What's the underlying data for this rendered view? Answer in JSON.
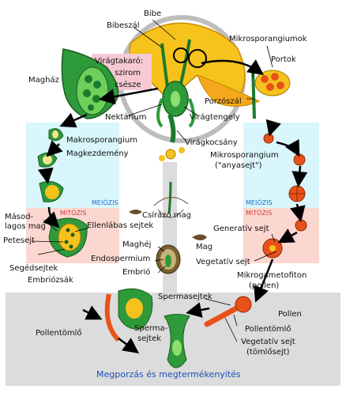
{
  "labels": {
    "bibe": "Bibe",
    "bibeszal": "Bibeszál",
    "viragtakaro": "Virágtakaró:",
    "szirom": "szirom",
    "csesze": "csésze",
    "maghaz": "Magház",
    "nektarium": "Nektárium",
    "viragtengely": "Virágtengely",
    "viragkocsany": "Virágkocsány",
    "mikrosporangiumok": "Mikrosporangiumok",
    "portok": "Portok",
    "porzoszal": "Porzószál",
    "makrosporangium": "Makrosporangium",
    "magkezdemeny": "Magkezdemény",
    "meiozis_left": "MEIÓZIS",
    "mitozis_left": "MITÓZIS",
    "masodlagos_mag_1": "Másod-",
    "masodlagos_mag_2": "lagos mag",
    "ellenlabas_sejtek": "Ellenlábas sejtek",
    "petesejt": "Petesejt",
    "segedsejtek": "Segédsejtek",
    "embriozsak": "Embriózsák",
    "csirazo_mag": "Csírázó mag",
    "maghej": "Maghéj",
    "endospermium": "Endospermium",
    "embrio": "Embrió",
    "mag": "Mag",
    "mikrosporangium_1": "Mikrosporangium",
    "mikrosporangium_2": "(\"anyasejt\")",
    "meiozis_right": "MEIÓZIS",
    "mitozis_right": "MITÓZIS",
    "generativ_sejt": "Generatív sejt",
    "vegetativ_sejt": "Vegetatív sejt",
    "mikrogametofiton_1": "Mikrogametofiton",
    "mikrogametofiton_2": "(pollen)",
    "spermasejtek_top": "Spermasejtek",
    "pollen": "Pollen",
    "pollentomlo_right": "Pollentömlő",
    "vegetativ_tomlo_1": "Vegetatív sejt",
    "vegetativ_tomlo_2": "(tömlősejt)",
    "pollentomlo_left": "Pollentömlő",
    "sperma_1": "Sperma-",
    "sperma_2": "sejtek",
    "megporzas": "Megporzás és megtermékenyítés"
  },
  "colors": {
    "green_dark": "#1b7a2c",
    "green_light": "#4db84a",
    "yellow_petal": "#f6c21c",
    "orange_pollen": "#e8521a",
    "meiosis_bg": "#d8f6fb",
    "mitosis_bg": "#fbd7cf",
    "bottom_bg": "#dcdcdc",
    "pink_box": "#f8c9d4",
    "caption_blue": "#1a4fb8"
  }
}
